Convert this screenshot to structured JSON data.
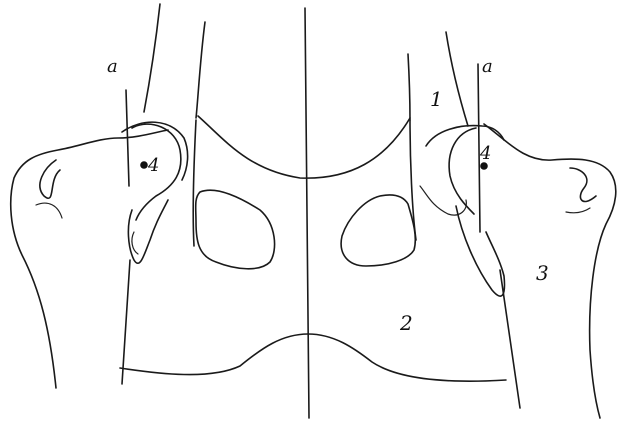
{
  "figure": {
    "labels": {
      "axis_left": "a",
      "axis_right": "a",
      "center_left": "4",
      "center_right": "4",
      "region_1": "1",
      "region_2": "2",
      "region_3": "3"
    }
  }
}
